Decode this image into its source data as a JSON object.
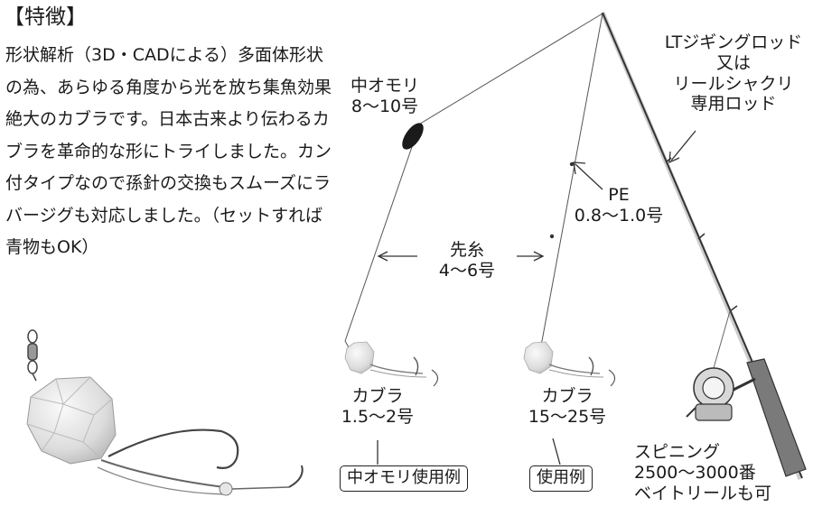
{
  "heading": "【特徴】",
  "description": "形状解析（3D・CADによる）多面体形状の為、あらゆる角度から光を放ち集魚効果絶大のカブラです。日本古来より伝わるカブラを革命的な形にトライしました。カン付タイプなので孫針の交換もスムーズにラバージグも対応しました。（セットすれば青物もOK）",
  "labels": {
    "naka_omori": [
      "中オモリ",
      "8〜10号"
    ],
    "rod": [
      "LTジギングロッド",
      "又は",
      "リールシャクリ",
      "専用ロッド"
    ],
    "pe": [
      "PE",
      "0.8〜1.0号"
    ],
    "sakiito": [
      "先糸",
      "4〜6号"
    ],
    "kabura_left": [
      "カブラ",
      "1.5〜2号"
    ],
    "kabura_right": [
      "カブラ",
      "15〜25号"
    ],
    "spinning": [
      "スピニング",
      "2500〜3000番",
      "ベイトリールも可"
    ]
  },
  "boxes": {
    "left": "中オモリ使用例",
    "right": "使用例"
  }
}
